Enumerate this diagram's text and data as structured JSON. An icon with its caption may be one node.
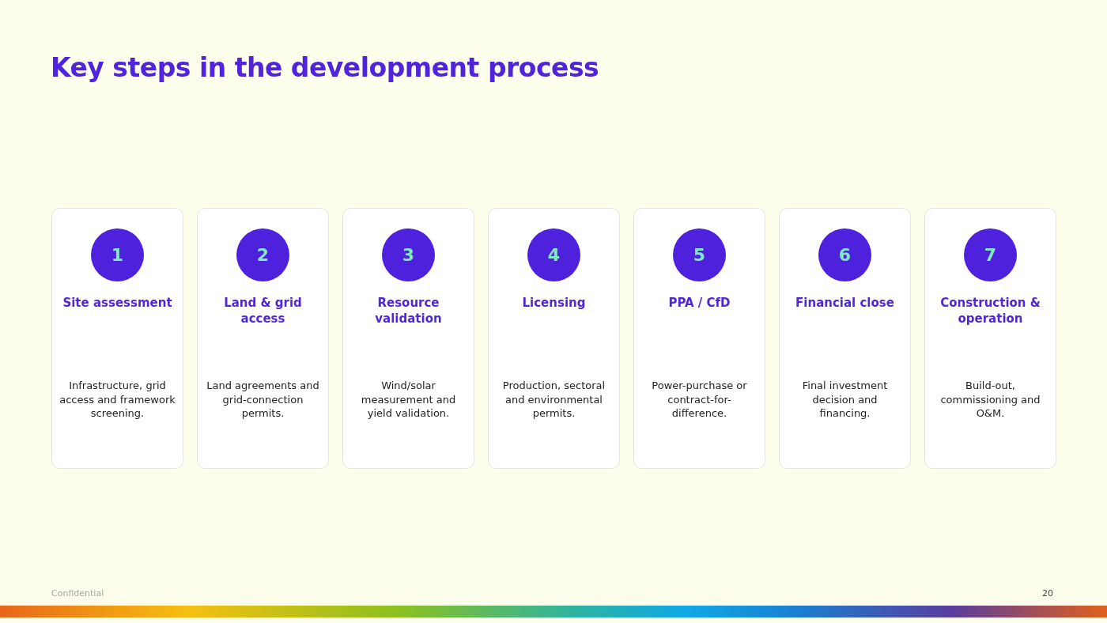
{
  "diagram": {
    "title": "Key steps in the development process",
    "nodes": [
      {
        "text": [
          "Site assessment",
          "Infrastructure, grid access and framework screening."
        ]
      },
      {
        "text": [
          "1"
        ],
        "in": 0
      },
      {
        "text": [
          "Land & grid access",
          "Land agreements and grid-connection permits."
        ]
      },
      {
        "text": [
          "2"
        ],
        "in": 2
      },
      {
        "text": [
          "Resource validation",
          "Wind/solar measurement and yield validation."
        ]
      },
      {
        "text": [
          "3"
        ],
        "in": 4
      },
      {
        "text": [
          "Licensing",
          "Production, sectoral and environmental permits."
        ]
      },
      {
        "text": [
          "4"
        ],
        "in": 6
      },
      {
        "text": [
          "PPA / CfD",
          "Power-purchase or contract-for-difference."
        ]
      },
      {
        "text": [
          "5"
        ],
        "in": 8
      },
      {
        "text": [
          "Financial close",
          "Final investment decision and financing."
        ]
      },
      {
        "text": [
          "6"
        ],
        "in": 10
      },
      {
        "text": [
          "Construction & operation",
          "Build-out, commissioning and O&M."
        ]
      },
      {
        "text": [
          "7"
        ],
        "in": 12
      }
    ],
    "edges": [],
    "labels": [
      "Confidential",
      "20"
    ]
  }
}
